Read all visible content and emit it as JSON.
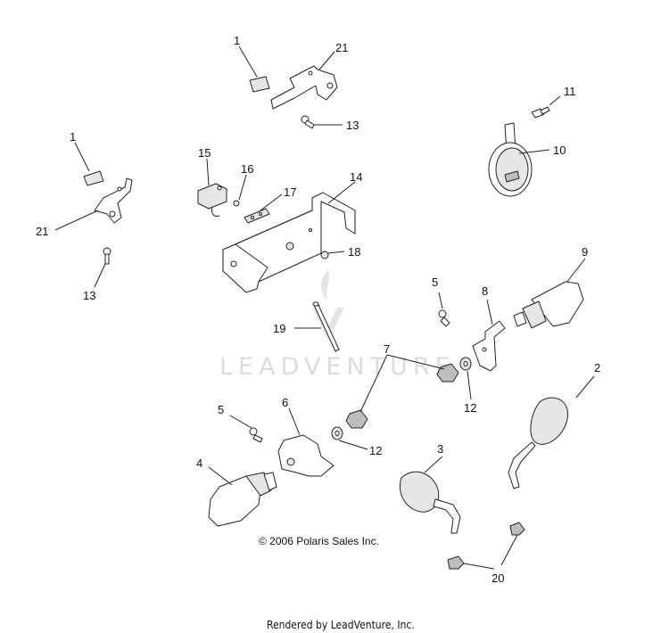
{
  "callouts": [
    "1",
    "21",
    "13",
    "1",
    "21",
    "13",
    "15",
    "16",
    "17",
    "14",
    "18",
    "11",
    "10",
    "9",
    "5",
    "8",
    "19",
    "7",
    "12",
    "2",
    "5",
    "6",
    "12",
    "4",
    "3",
    "20"
  ],
  "copyright": "© 2006 Polaris Sales Inc.",
  "footer": "Rendered by LeadVenture, Inc.",
  "watermark": "LEADVENTURE"
}
